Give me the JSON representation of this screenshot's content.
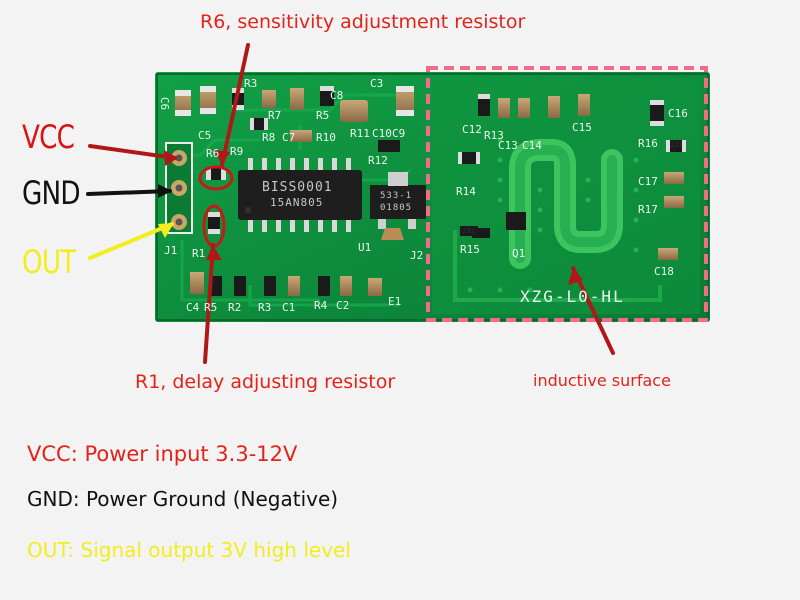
{
  "callouts": {
    "r6": "R6, sensitivity adjustment resistor",
    "r1": "R1, delay adjusting resistor",
    "inductive": "inductive surface"
  },
  "pins": {
    "vcc": {
      "label": "VCC",
      "color": "#d91414"
    },
    "gnd": {
      "label": "GND",
      "color": "#111111"
    },
    "out": {
      "label": "OUT",
      "color": "#f2ee1e"
    }
  },
  "legend": [
    {
      "text": "VCC: Power input 3.3-12V",
      "color": "#e2231a"
    },
    {
      "text": "GND: Power Ground (Negative)",
      "color": "#111111"
    },
    {
      "text": "OUT: Signal output 3V high level",
      "color": "#f2ee1e"
    }
  ],
  "chip": {
    "line1": "BISS0001",
    "line2": "15AN805"
  },
  "regulator": {
    "line1": "533-1",
    "line2": "01805"
  },
  "silkscreen": {
    "model": "XZG-L0-HL",
    "designators": [
      "C6",
      "R3",
      "R7",
      "R5",
      "C3",
      "C5",
      "R8",
      "C7",
      "R10",
      "C8",
      "R11",
      "C10",
      "C9",
      "R6",
      "R12",
      "R9",
      "R1",
      "J1",
      "C4",
      "R5",
      "R2",
      "R3",
      "C1",
      "R4",
      "C2",
      "E1",
      "U1",
      "J2",
      "C12",
      "C13",
      "C14",
      "C15",
      "C16",
      "R13",
      "R14",
      "R15",
      "Q1",
      "R16",
      "C17",
      "R17",
      "C18",
      "202",
      "221"
    ]
  },
  "colors": {
    "board": "#0d8a3c",
    "highlight_box": "#f06c8a",
    "arrow": "#b01818"
  }
}
